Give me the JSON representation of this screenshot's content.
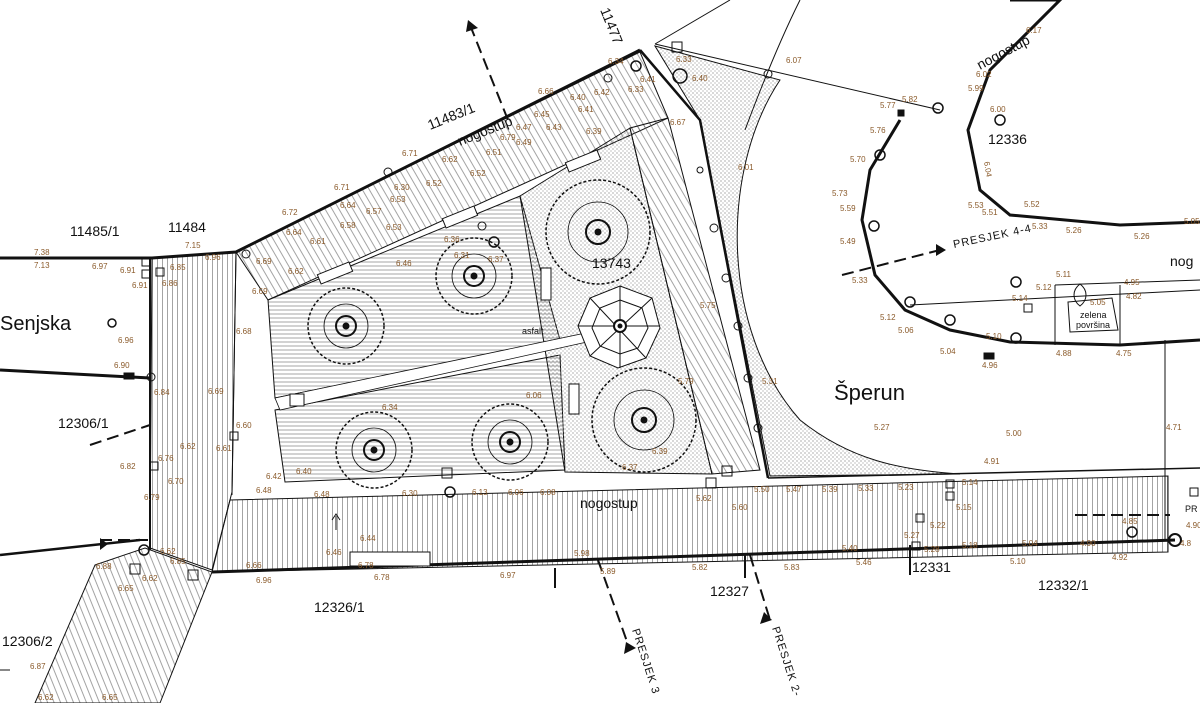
{
  "colors": {
    "line": "#111111",
    "elevation": "#8a5a2a",
    "paving_hatch": "#555555",
    "background": "#ffffff"
  },
  "parcels": {
    "p11485_1": "11485/1",
    "p11484": "11484",
    "p11483_1": "11483/1",
    "p11477": "11477",
    "p12336": "12336",
    "p12306_1": "12306/1",
    "p12306_2": "12306/2",
    "p12326_1": "12326/1",
    "p12327": "12327",
    "p12331": "12331",
    "p12332_1": "12332/1",
    "p13743": "13743"
  },
  "streets": {
    "senjska": "Senjska",
    "sperun": "Šperun"
  },
  "labels": {
    "nogostup": "nogostup",
    "asfalt": "asfalt",
    "zelena_povrsina_1": "zelena",
    "zelena_povrsina_2": "površina",
    "nog_partial": "nog",
    "pr_partial": "PR"
  },
  "sections": {
    "s44": "PRESJEK 4-4",
    "s3": "PRESJEK 3",
    "s2": "PRESJEK 2-"
  },
  "elevations": [
    "7.38",
    "7.13",
    "6.97",
    "6.91",
    "6.91",
    "6.85",
    "6.86",
    "7.15",
    "6.96",
    "6.69",
    "6.62",
    "6.69",
    "6.72",
    "6.64",
    "6.61",
    "6.71",
    "6.64",
    "6.57",
    "6.53",
    "6.58",
    "6.53",
    "6.71",
    "6.52",
    "6.62",
    "6.52",
    "6.66",
    "6.40",
    "6.41",
    "6.42",
    "6.33",
    "6.43",
    "6.39",
    "6.49",
    "6.30",
    "6.46",
    "6.96",
    "6.90",
    "6.84",
    "6.68",
    "6.69",
    "6.34",
    "6.06",
    "6.60",
    "6.61",
    "6.62",
    "6.76",
    "6.82",
    "6.70",
    "6.79",
    "6.42",
    "6.40",
    "6.48",
    "6.48",
    "6.30",
    "6.13",
    "6.06",
    "6.08",
    "5.62",
    "5.60",
    "5.50",
    "5.47",
    "5.39",
    "5.33",
    "5.23",
    "5.14",
    "5.15",
    "5.22",
    "5.27",
    "5.28",
    "5.18",
    "5.04",
    "4.90",
    "4.85",
    "4.92",
    "5.10",
    "5.46",
    "5.40",
    "5.83",
    "5.82",
    "5.89",
    "5.98",
    "6.97",
    "6.96",
    "6.78",
    "6.78",
    "6.44",
    "6.46",
    "6.66",
    "6.62",
    "6.88",
    "6.62",
    "6.65",
    "6.87",
    "6.62",
    "6.65",
    "6.85",
    "6.01",
    "5.75",
    "5.79",
    "5.31",
    "5.27",
    "5.00",
    "4.91",
    "4.71",
    "5.33",
    "5.12",
    "5.06",
    "5.26",
    "5.04",
    "4.96",
    "5.10",
    "4.88",
    "4.75",
    "5.14",
    "5.12",
    "5.11",
    "5.05",
    "4.95",
    "4.82",
    "5.49",
    "5.59",
    "5.73",
    "5.70",
    "5.76",
    "5.77",
    "5.82",
    "6.07",
    "6.17",
    "6.02",
    "5.99",
    "6.00",
    "6.04",
    "5.53",
    "5.51",
    "5.52",
    "5.33",
    "5.26",
    "5.05",
    "4.90",
    "4.8",
    "6.40",
    "6.41",
    "6.33",
    "6.34",
    "6.67",
    "6.36",
    "6.31",
    "6.37",
    "6.79",
    "6.47",
    "6.45",
    "6.51",
    "6.39",
    "6.37"
  ]
}
